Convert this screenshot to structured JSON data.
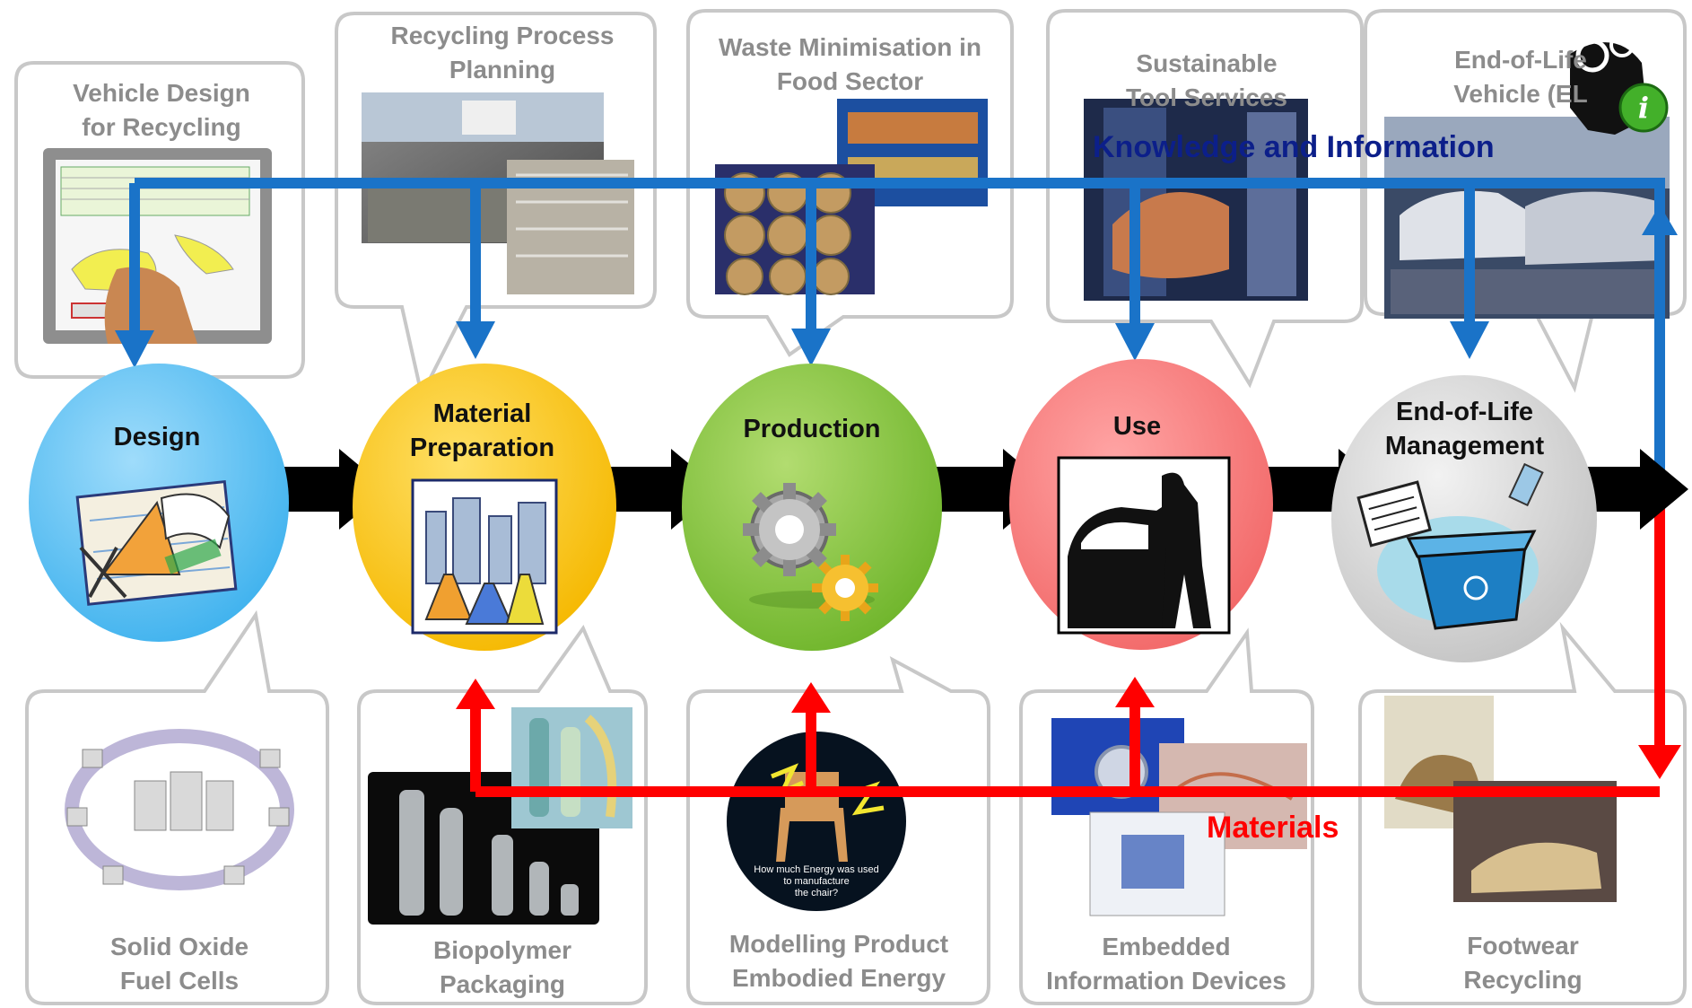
{
  "diagram": {
    "stages": [
      {
        "id": "design",
        "label": "Design",
        "color": "#5bc4f5"
      },
      {
        "id": "material",
        "label": "Material\nPreparation",
        "color": "#ffc800"
      },
      {
        "id": "production",
        "label": "Production",
        "color": "#8cc63e"
      },
      {
        "id": "use",
        "label": "Use",
        "color": "#f87f7f"
      },
      {
        "id": "eol",
        "label": "End-of-Life\nManagement",
        "color": "#d8d8d8"
      }
    ],
    "top_topics": [
      "Vehicle Design\nfor Recycling",
      "Recycling Process\nPlanning",
      "Waste Minimisation  in\nFood Sector",
      "Sustainable\nTool Services",
      "End-of-Life\nVehicle (EL"
    ],
    "bottom_topics": [
      "Solid Oxide\nFuel Cells",
      "Biopolymer\nPackaging",
      "Modelling Product\nEmbodied Energy",
      "Embedded\nInformation Devices",
      "Footwear\nRecycling"
    ],
    "flows": {
      "knowledge_label": "Knowledge and Information",
      "materials_label": "Materials",
      "knowledge_color": "#1a73c8",
      "materials_color": "#ff0000",
      "process_arrow_color": "#000000"
    },
    "image_captions": {
      "chair": "How much Energy was used\nto manufacture\nthe chair?"
    }
  }
}
